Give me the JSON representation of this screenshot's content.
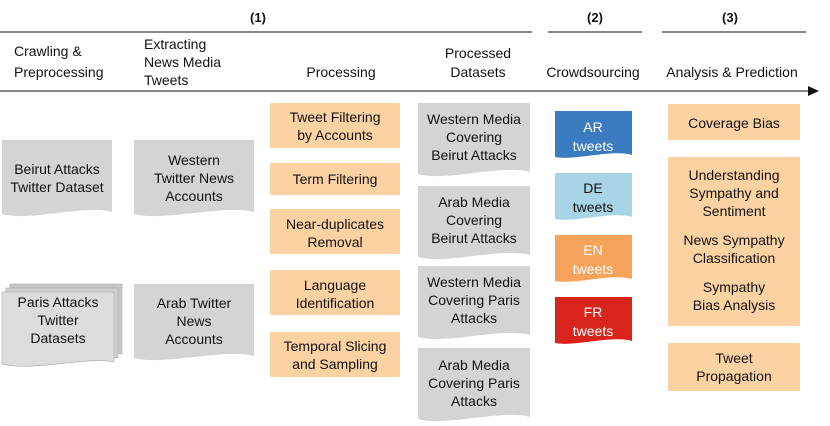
{
  "phases": [
    {
      "label": "(1)"
    },
    {
      "label": "(2)"
    },
    {
      "label": "(3)"
    }
  ],
  "headers": [
    {
      "lines": [
        "Crawling &",
        "Preprocessing"
      ]
    },
    {
      "lines": [
        "Extracting",
        "News Media",
        "Tweets"
      ]
    },
    {
      "lines": [
        "Processing"
      ]
    },
    {
      "lines": [
        "Processed",
        "Datasets"
      ]
    },
    {
      "lines": [
        "Crowdsourcing"
      ]
    },
    {
      "lines": [
        "Analysis & Prediction"
      ]
    }
  ],
  "crawl_docs": [
    {
      "lines": [
        "Beirut Attacks",
        "Twitter Dataset"
      ]
    },
    {
      "lines": [
        "Paris Attacks",
        "Twitter",
        "Datasets"
      ]
    }
  ],
  "account_docs": [
    {
      "lines": [
        "Western",
        "Twitter News",
        "Accounts"
      ]
    },
    {
      "lines": [
        "Arab Twitter",
        "News",
        "Accounts"
      ]
    }
  ],
  "processing_steps": [
    {
      "lines": [
        "Tweet Filtering",
        "by Accounts"
      ]
    },
    {
      "lines": [
        "Term Filtering"
      ]
    },
    {
      "lines": [
        "Near-duplicates",
        "Removal"
      ]
    },
    {
      "lines": [
        "Language",
        "Identification"
      ]
    },
    {
      "lines": [
        "Temporal Slicing",
        "and Sampling"
      ]
    }
  ],
  "datasets": [
    {
      "lines": [
        "Western Media",
        "Covering",
        "Beirut Attacks"
      ]
    },
    {
      "lines": [
        "Arab Media",
        "Covering",
        "Beirut Attacks"
      ]
    },
    {
      "lines": [
        "Western Media",
        "Covering Paris",
        "Attacks"
      ]
    },
    {
      "lines": [
        "Arab Media",
        "Covering Paris",
        "Attacks"
      ]
    }
  ],
  "crowd_tweets": [
    {
      "lines": [
        "AR",
        "tweets"
      ],
      "color": "#3b7bbf"
    },
    {
      "lines": [
        "DE",
        "tweets"
      ],
      "color": "#a8d5e6"
    },
    {
      "lines": [
        "EN",
        "tweets"
      ],
      "color": "#f7a35c"
    },
    {
      "lines": [
        "FR",
        "tweets"
      ],
      "color": "#d9241c"
    }
  ],
  "analysis": {
    "coverage": {
      "lines": [
        "Coverage Bias"
      ]
    },
    "sympathy_group": [
      {
        "lines": [
          "Understanding",
          "Sympathy and",
          "Sentiment"
        ]
      },
      {
        "lines": [
          "News Sympathy",
          "Classification"
        ]
      },
      {
        "lines": [
          "Sympathy",
          "Bias Analysis"
        ]
      }
    ],
    "propagation": {
      "lines": [
        "Tweet",
        "Propagation"
      ]
    }
  },
  "colors": {
    "orange_box": "#fdd2a3",
    "gray_doc": "#d4d4d4",
    "line": "#111111"
  }
}
